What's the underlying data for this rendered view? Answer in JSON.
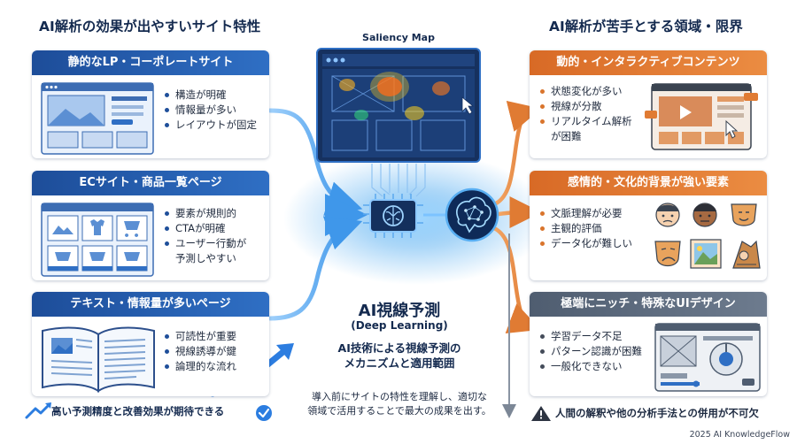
{
  "left": {
    "heading": "AI解析の効果が出やすいサイト特性",
    "cards": [
      {
        "title": "静的なLP・コーポレートサイト",
        "bullets": [
          "構造が明確",
          "情報量が多い",
          "レイアウトが固定"
        ]
      },
      {
        "title": "ECサイト・商品一覧ページ",
        "bullets": [
          "要素が規則的",
          "CTAが明確",
          "ユーザー行動が",
          "予測しやすい"
        ]
      },
      {
        "title": "テキスト・情報量が多いページ",
        "bullets": [
          "可読性が重要",
          "視線誘導が鍵",
          "論理的な流れ"
        ]
      }
    ],
    "footer": "高い予測精度と改善効果が期待できる"
  },
  "right": {
    "heading": "AI解析が苦手とする領域・限界",
    "cards": [
      {
        "title": "動的・インタラクティブコンテンツ",
        "bullets": [
          "状態変化が多い",
          "視線が分散",
          "リアルタイム解析",
          "が困難"
        ]
      },
      {
        "title": "感情的・文化的背景が強い要素",
        "bullets": [
          "文脈理解が必要",
          "主観的評価",
          "データ化が難しい"
        ]
      },
      {
        "title": "極端にニッチ・特殊なUIデザイン",
        "bullets": [
          "学習データ不足",
          "パターン認識が困難",
          "一般化できない"
        ]
      }
    ],
    "footer": "人間の解釈や他の分析手法との併用が不可欠"
  },
  "center": {
    "saliency_label": "Saliency Map",
    "title": "AI視線予測",
    "subtitle": "(Deep Learning)",
    "desc_line1": "AI技術による視線予測の",
    "desc_line2": "メカニズムと適用範囲",
    "note_line1": "導入前にサイトの特性を理解し、適切な",
    "note_line2": "領域で活用することで最大の成果を出す。"
  },
  "credit": "2025 AI KnowledgeFlow",
  "colors": {
    "navy": "#142a4f",
    "blue": "#2f6fc4",
    "orange": "#e07b33",
    "gray": "#5d6b7e",
    "glow": "#4aa8f0"
  },
  "icons": [
    "trend-up-arrow-icon",
    "check-circle-icon",
    "warning-icon",
    "chip-brain-icon",
    "brain-network-icon",
    "cursor-icon"
  ]
}
